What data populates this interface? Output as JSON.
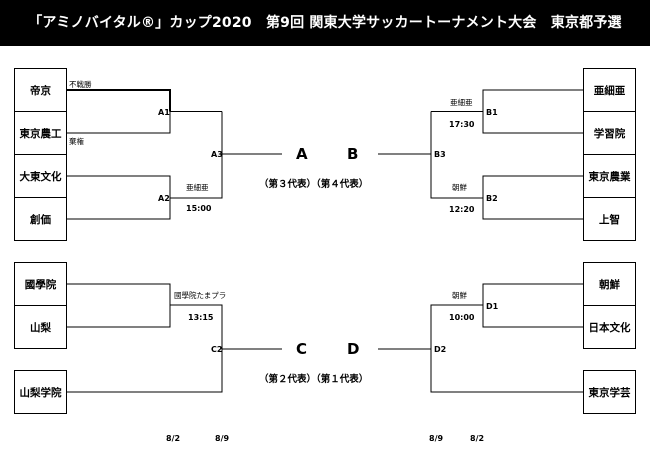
{
  "title": "「アミノバイタル®」カップ2020　第9回 関東大学サッカートーナメント大会　東京都予選",
  "teams": {
    "t1": "帝京",
    "t2": "東京農工",
    "t3": "大東文化",
    "t4": "創価",
    "t5": "國學院",
    "t6": "山梨",
    "t7": "山梨学院",
    "t8": "亜細亜",
    "t9": "学習院",
    "t10": "東京農業",
    "t11": "上智",
    "t12": "朝鮮",
    "t13": "日本文化",
    "t14": "東京学芸"
  },
  "matches": {
    "a1": {
      "code": "A1",
      "note_top": "不戦勝",
      "note_bottom": "棄権"
    },
    "a2": {
      "code": "A2",
      "venue": "亜細亜",
      "time": "15:00"
    },
    "a3": {
      "code": "A3"
    },
    "c2": {
      "code": "C2",
      "venue": "國學院たまプラ",
      "time": "13:15"
    },
    "b1": {
      "code": "B1",
      "venue": "亜細亜",
      "time": "17:30"
    },
    "b2": {
      "code": "B2",
      "venue": "朝鮮",
      "time": "12:20"
    },
    "b3": {
      "code": "B3"
    },
    "d1": {
      "code": "D1",
      "venue": "朝鮮",
      "time": "10:00"
    },
    "d2": {
      "code": "D2"
    }
  },
  "finals": {
    "top_left": "A",
    "top_right": "B",
    "top_rep": "（第３代表）（第４代表）",
    "bottom_left": "C",
    "bottom_right": "D",
    "bottom_rep": "（第２代表）（第１代表）"
  },
  "dates": {
    "d1": "8/2",
    "d2": "8/9",
    "d3": "8/9",
    "d4": "8/2"
  }
}
